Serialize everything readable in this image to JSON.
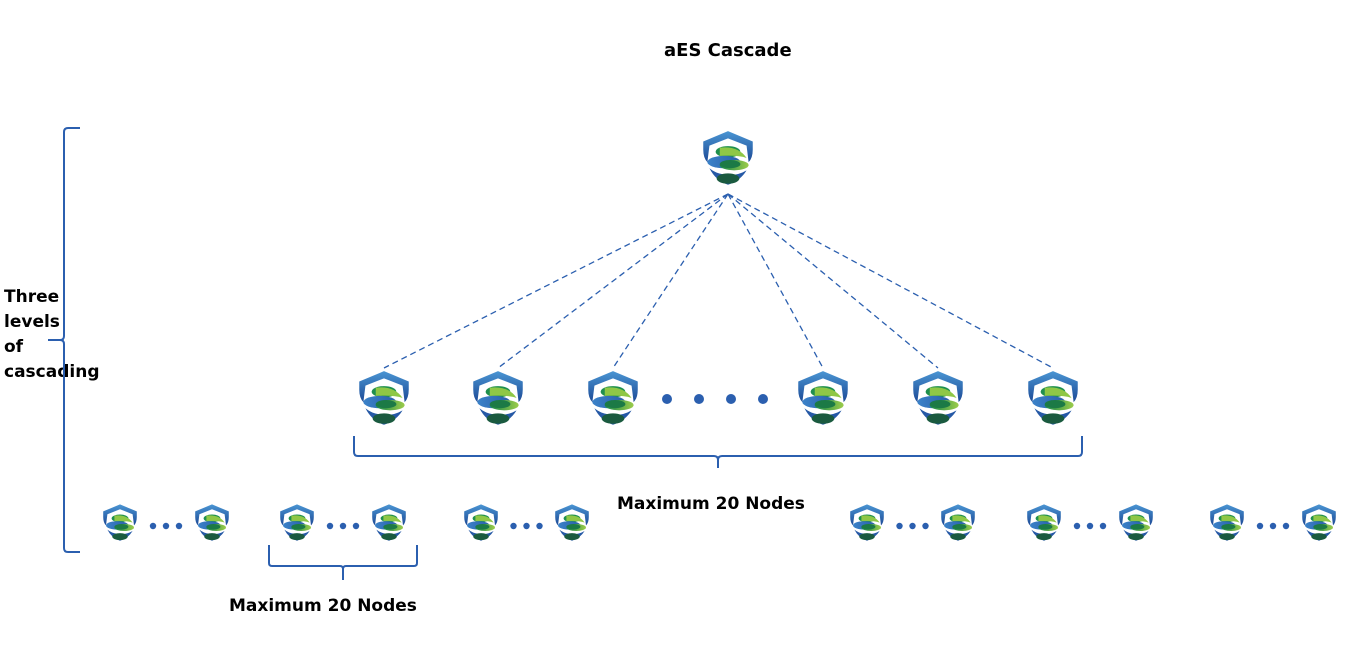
{
  "title": "aES Cascade",
  "side_label": [
    "Three",
    "levels",
    "of",
    "cascading"
  ],
  "captions": {
    "level2": "Maximum 20 Nodes",
    "level3": "Maximum 20 Nodes"
  },
  "icon": "aes-shield-globe-icon",
  "colors": {
    "line": "#2b5faf",
    "shield_top": "#3f86c8",
    "shield_bottom": "#1f4f9c",
    "green_dark": "#1f8b4c",
    "green_light": "#8dc63f",
    "blue_band": "#2f6fb8",
    "dots": "#2b5faf"
  },
  "levels": {
    "root_nodes": 1,
    "level2_visible_nodes": 6,
    "level2_max": 20,
    "level3_groups": 6,
    "level3_max_per_group": 20
  }
}
